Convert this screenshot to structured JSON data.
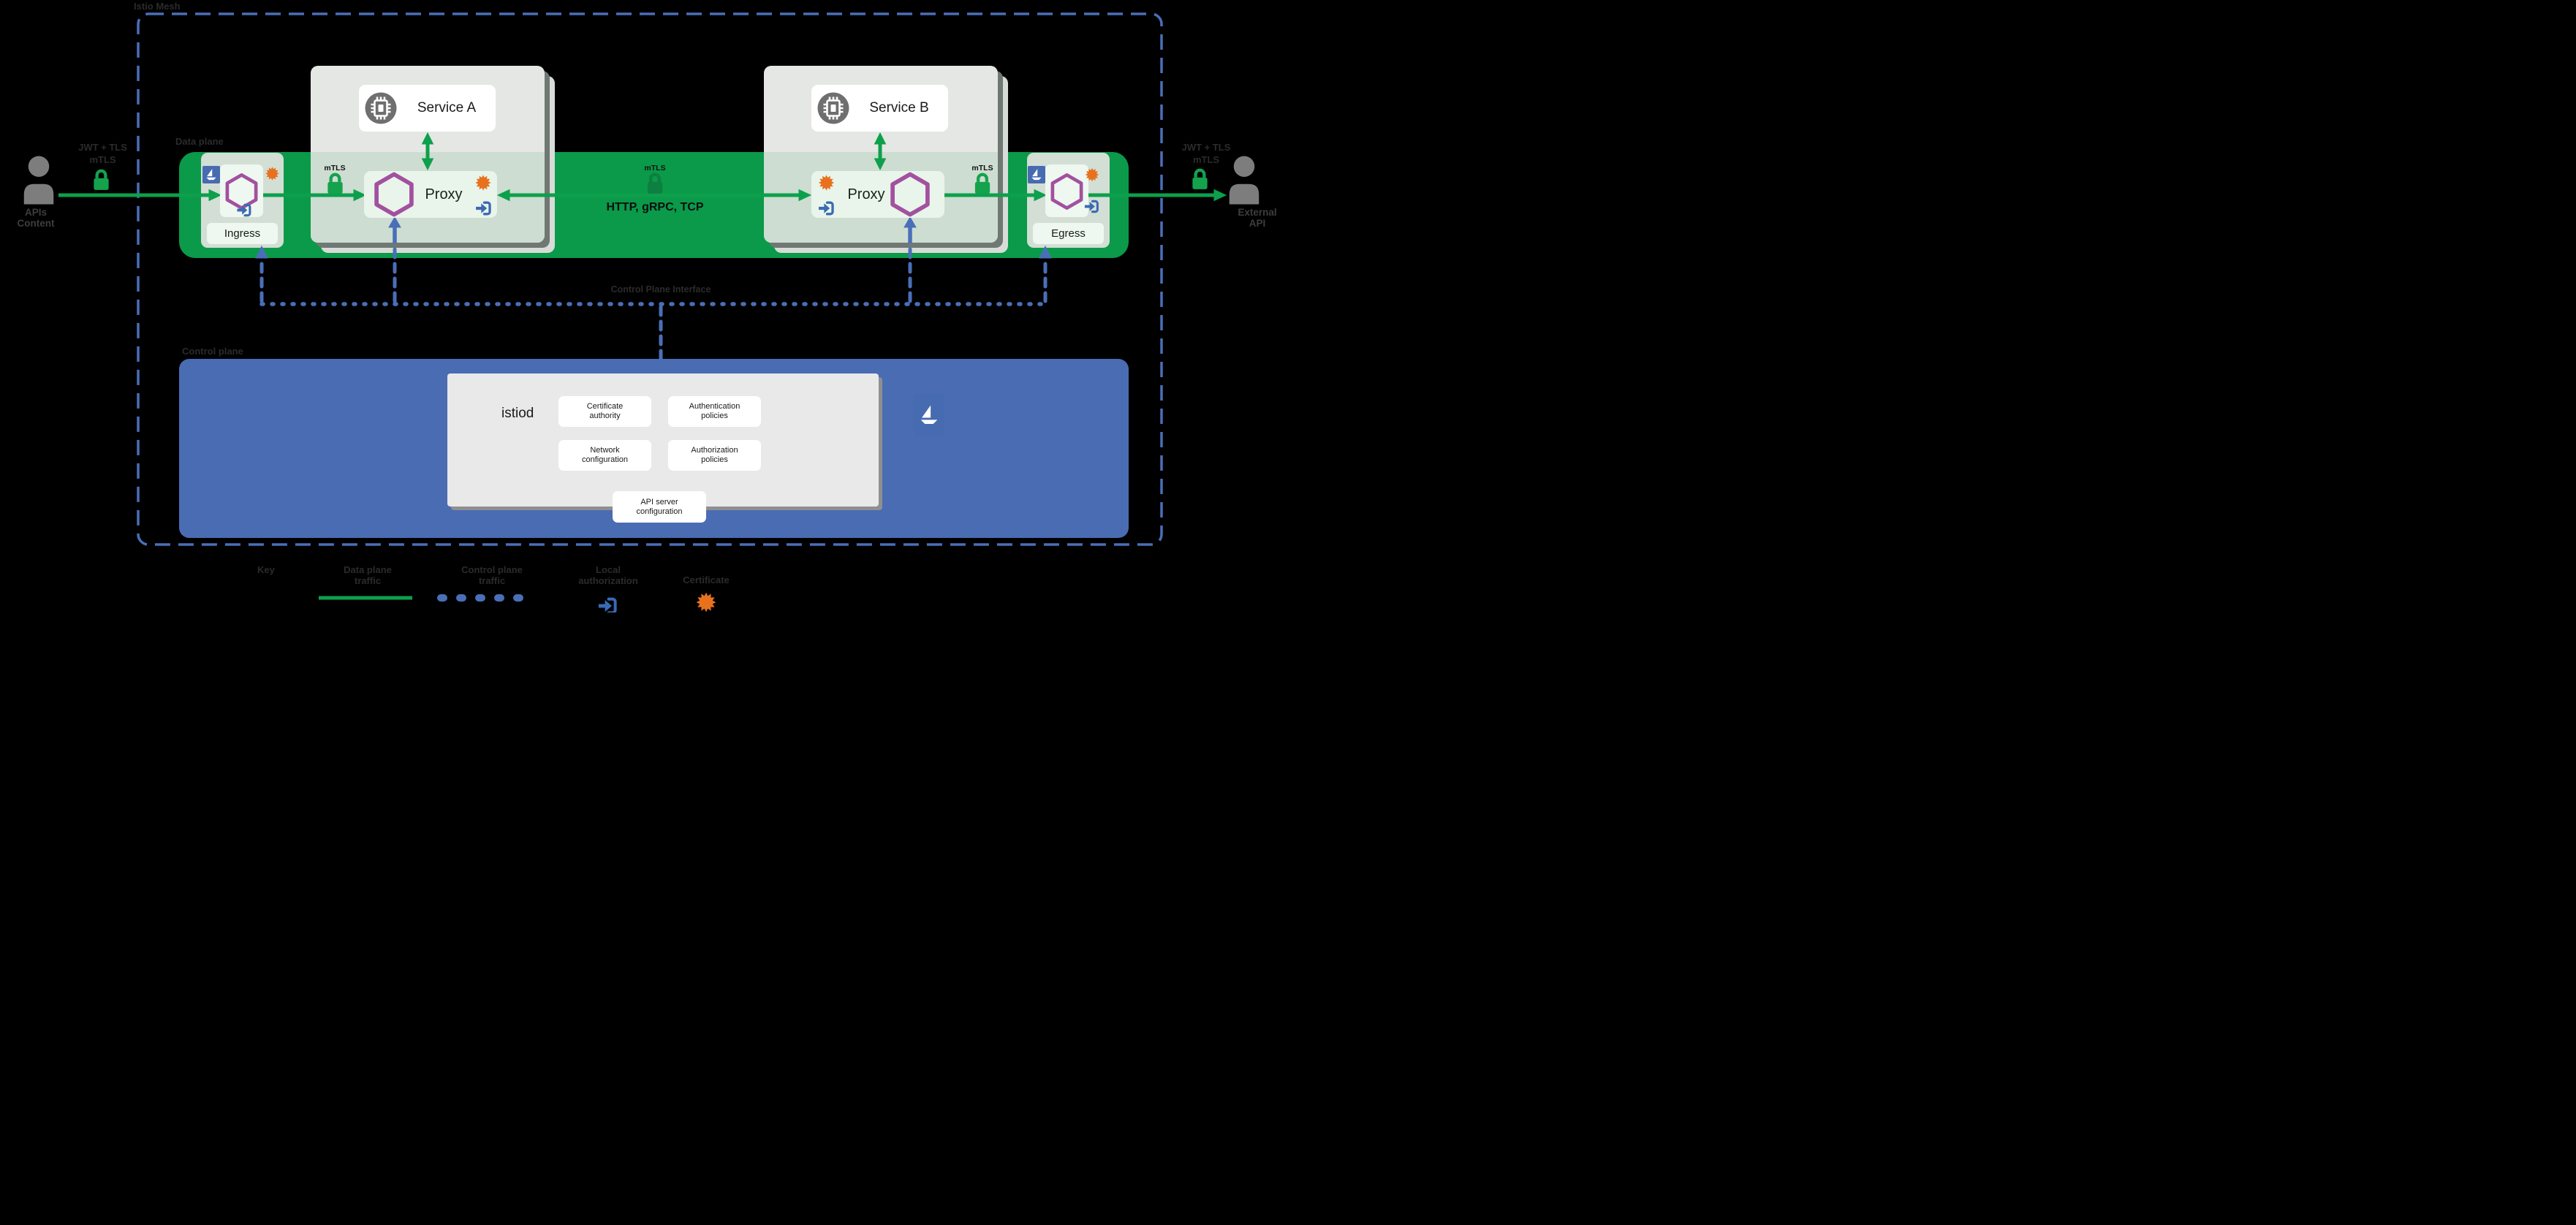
{
  "title": "Istio Mesh",
  "zones": {
    "data_plane": "Data plane",
    "control_plane": "Control plane",
    "control_plane_interface": "Control Plane Interface"
  },
  "actors": {
    "left_label": "APIs\nContent",
    "right_label": "External\nAPI"
  },
  "security": {
    "jwt_tls": "JWT + TLS",
    "mtls": "mTLS"
  },
  "traffic": {
    "protocols": "HTTP, gRPC, TCP"
  },
  "gateways": {
    "ingress": "Ingress",
    "egress": "Egress"
  },
  "services": [
    {
      "name": "Service A",
      "proxy": "Proxy"
    },
    {
      "name": "Service B",
      "proxy": "Proxy"
    }
  ],
  "istiod": {
    "name": "istiod",
    "components": [
      "Certificate\nauthority",
      "Authentication\npolicies",
      "Network\nconfiguration",
      "Authorization\npolicies",
      "API server\nconfiguration"
    ]
  },
  "legend": {
    "key_label": "Key",
    "items": [
      {
        "label": "Data plane\ntraffic",
        "icon": "green-solid-line"
      },
      {
        "label": "Control plane\ntraffic",
        "icon": "blue-dotted-line"
      },
      {
        "label": "Local\nauthorization",
        "icon": "login-icon"
      },
      {
        "label": "Certificate",
        "icon": "certificate-icon"
      }
    ]
  },
  "colors": {
    "background": "#000000",
    "mesh_border_blue": "#4a6fb8",
    "data_plane_green": "#0a9a49",
    "arrow_green": "#0da04c",
    "lock_green": "#14a24d",
    "lock_dark_green": "#0d7f40",
    "control_plane_blue": "#4a6cb3",
    "istio_logo_blue": "#466bb0",
    "hexagon_purple": "#a2509f",
    "certificate_orange": "#e8711e",
    "login_blue": "#3a6ab3",
    "card_gray": "#e5e7e4",
    "card_green_tint": "#cdddd1",
    "proxy_box_mint": "#e9f4ea",
    "gateway_box_gray_green": "#d3ded5",
    "person_gray": "#7d7d7d",
    "service_icon_gray": "#6f6f6f"
  }
}
